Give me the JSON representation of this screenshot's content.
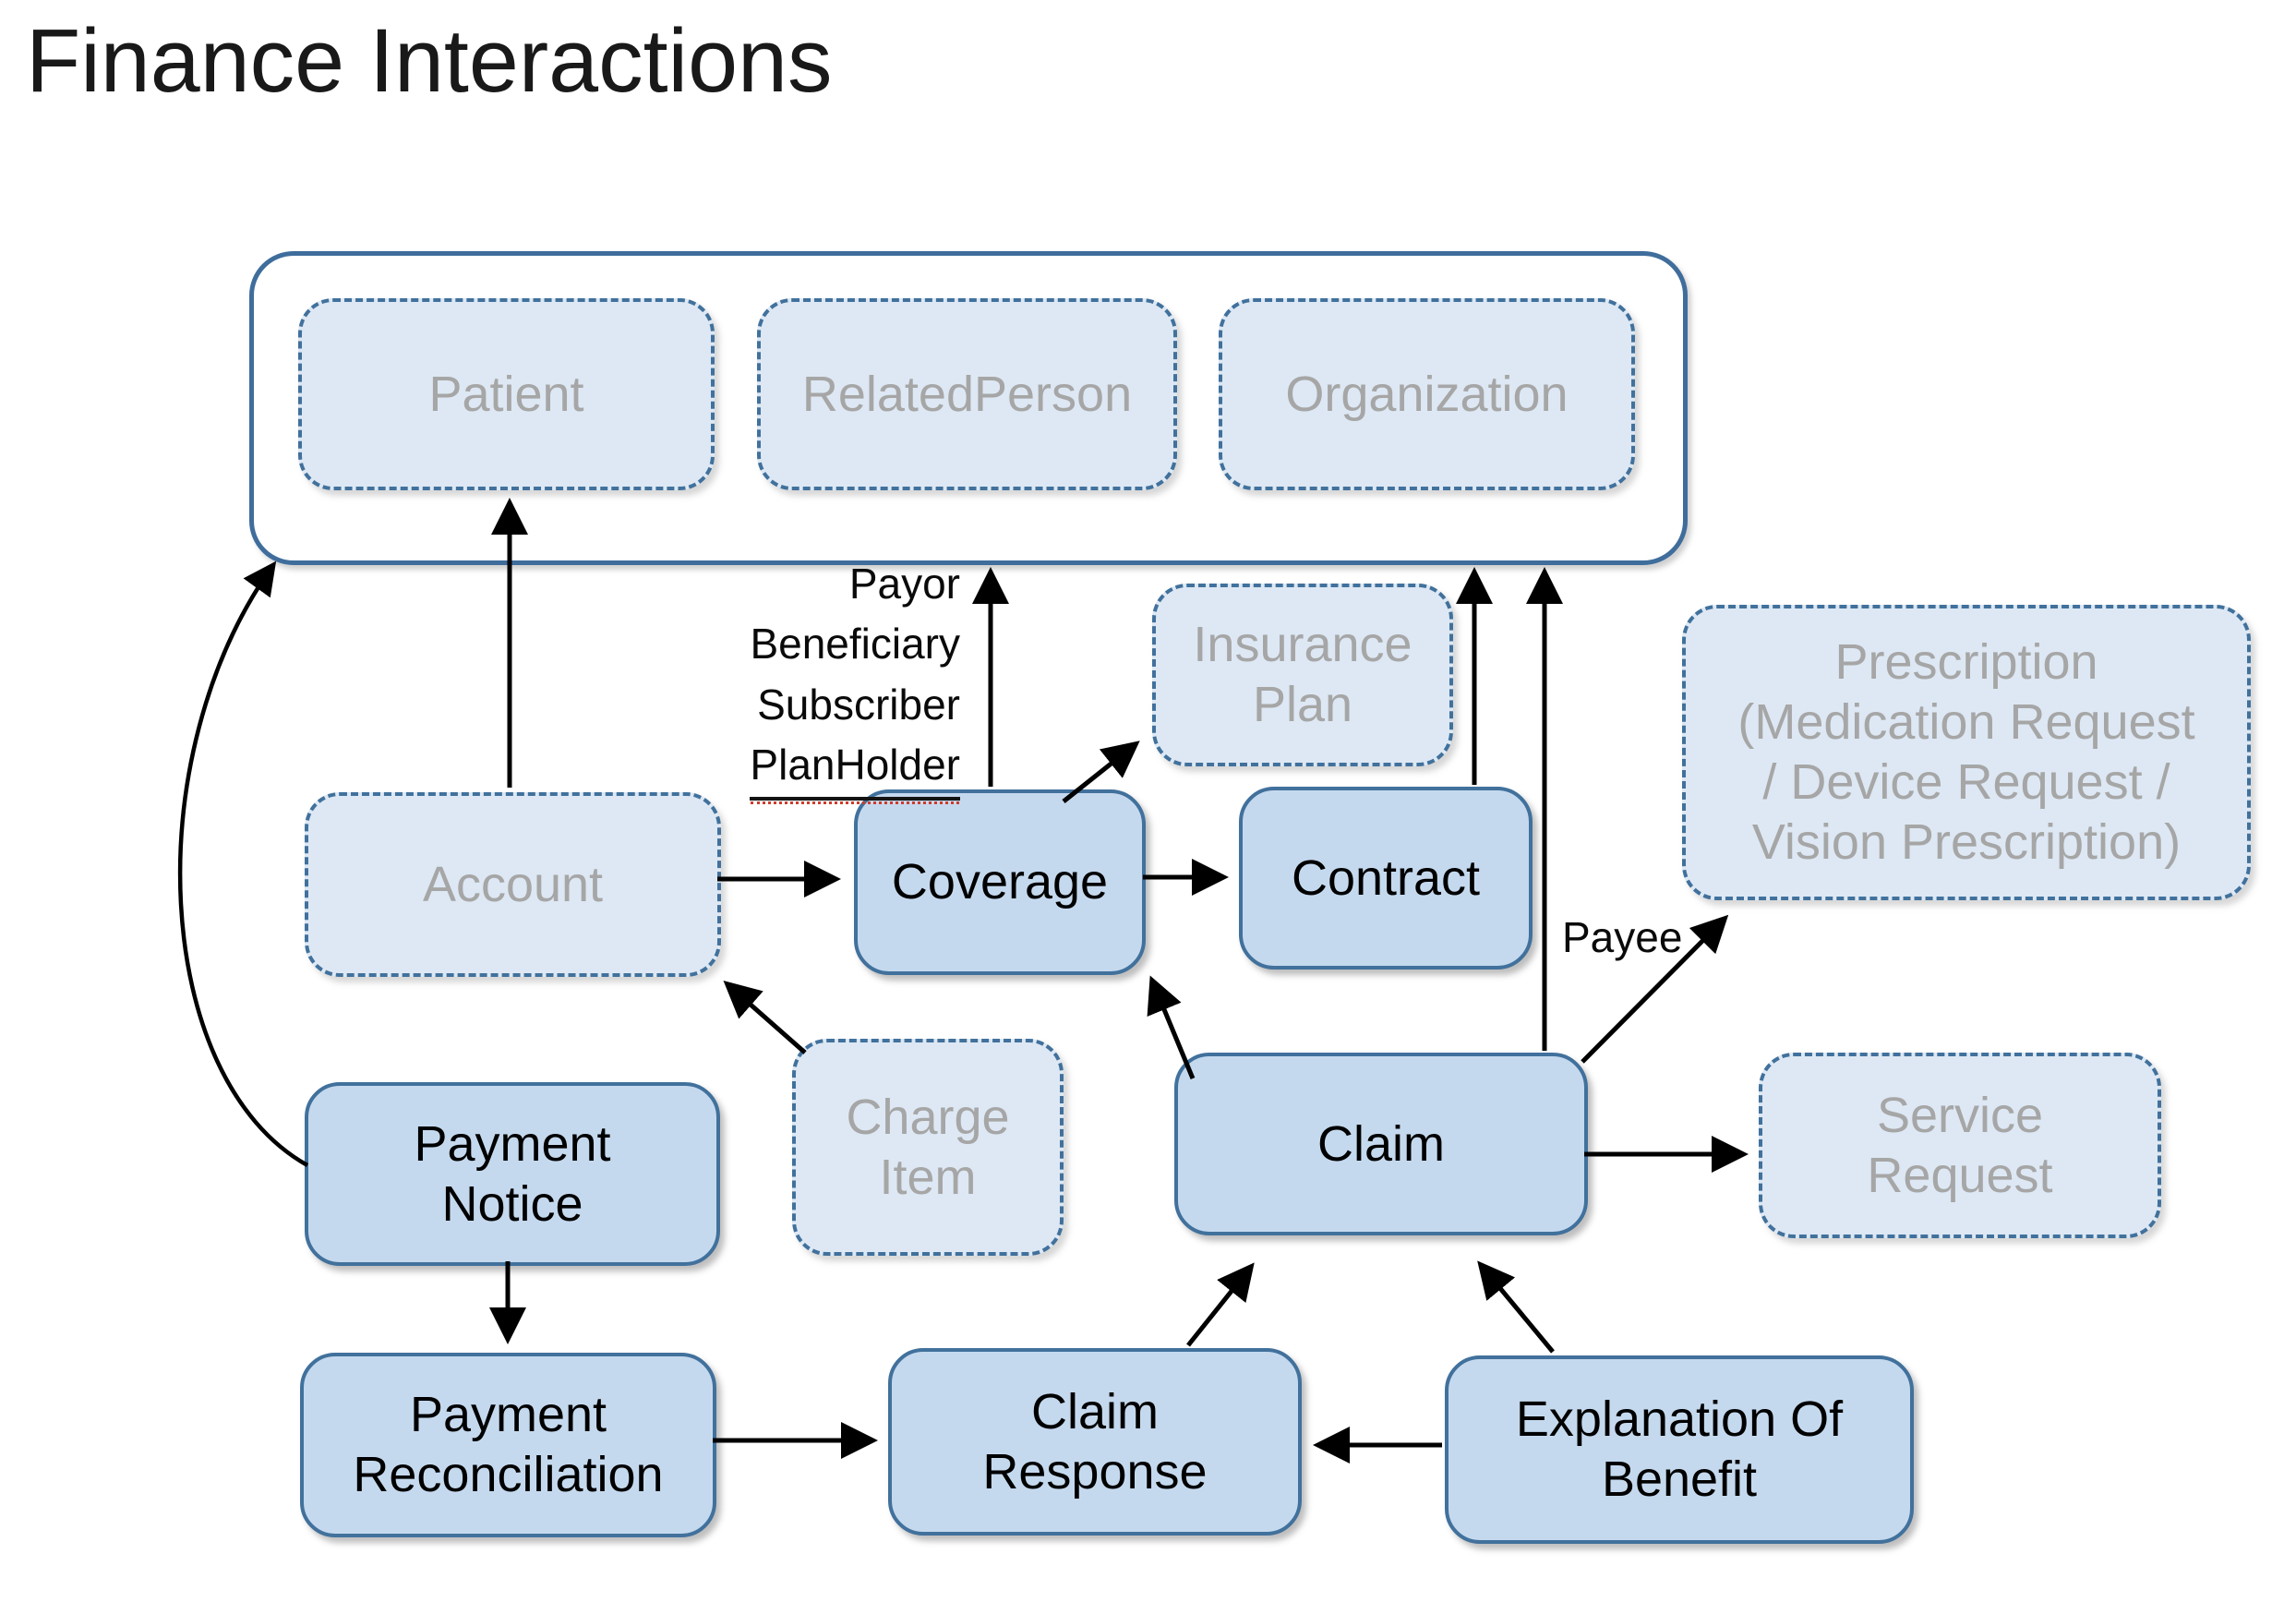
{
  "title": "Finance Interactions",
  "colors": {
    "accent_border": "#41719c",
    "solid_fill": "#c5d9ee",
    "dashed_fill": "#dde8f4",
    "muted_text": "#a6a6a6",
    "arrow": "#000000",
    "spellcheck_underline": "#cf3a2a"
  },
  "group": {
    "patient": "Patient",
    "related_person": "RelatedPerson",
    "organization": "Organization"
  },
  "nodes": {
    "insurance_plan": "Insurance\nPlan",
    "prescription": "Prescription\n(Medication Request\n/ Device Request /\nVision Prescription)",
    "account": "Account",
    "coverage": "Coverage",
    "contract": "Contract",
    "charge_item": "Charge\nItem",
    "claim": "Claim",
    "service_request": "Service\nRequest",
    "payment_notice": "Payment\nNotice",
    "payment_reconciliation": "Payment\nReconciliation",
    "claim_response": "Claim\nResponse",
    "explanation_of_benefit": "Explanation Of\nBenefit"
  },
  "edge_labels": {
    "coverage_roles": [
      "Payor",
      "Beneficiary",
      "Subscriber",
      "PlanHolder"
    ],
    "payee": "Payee"
  }
}
